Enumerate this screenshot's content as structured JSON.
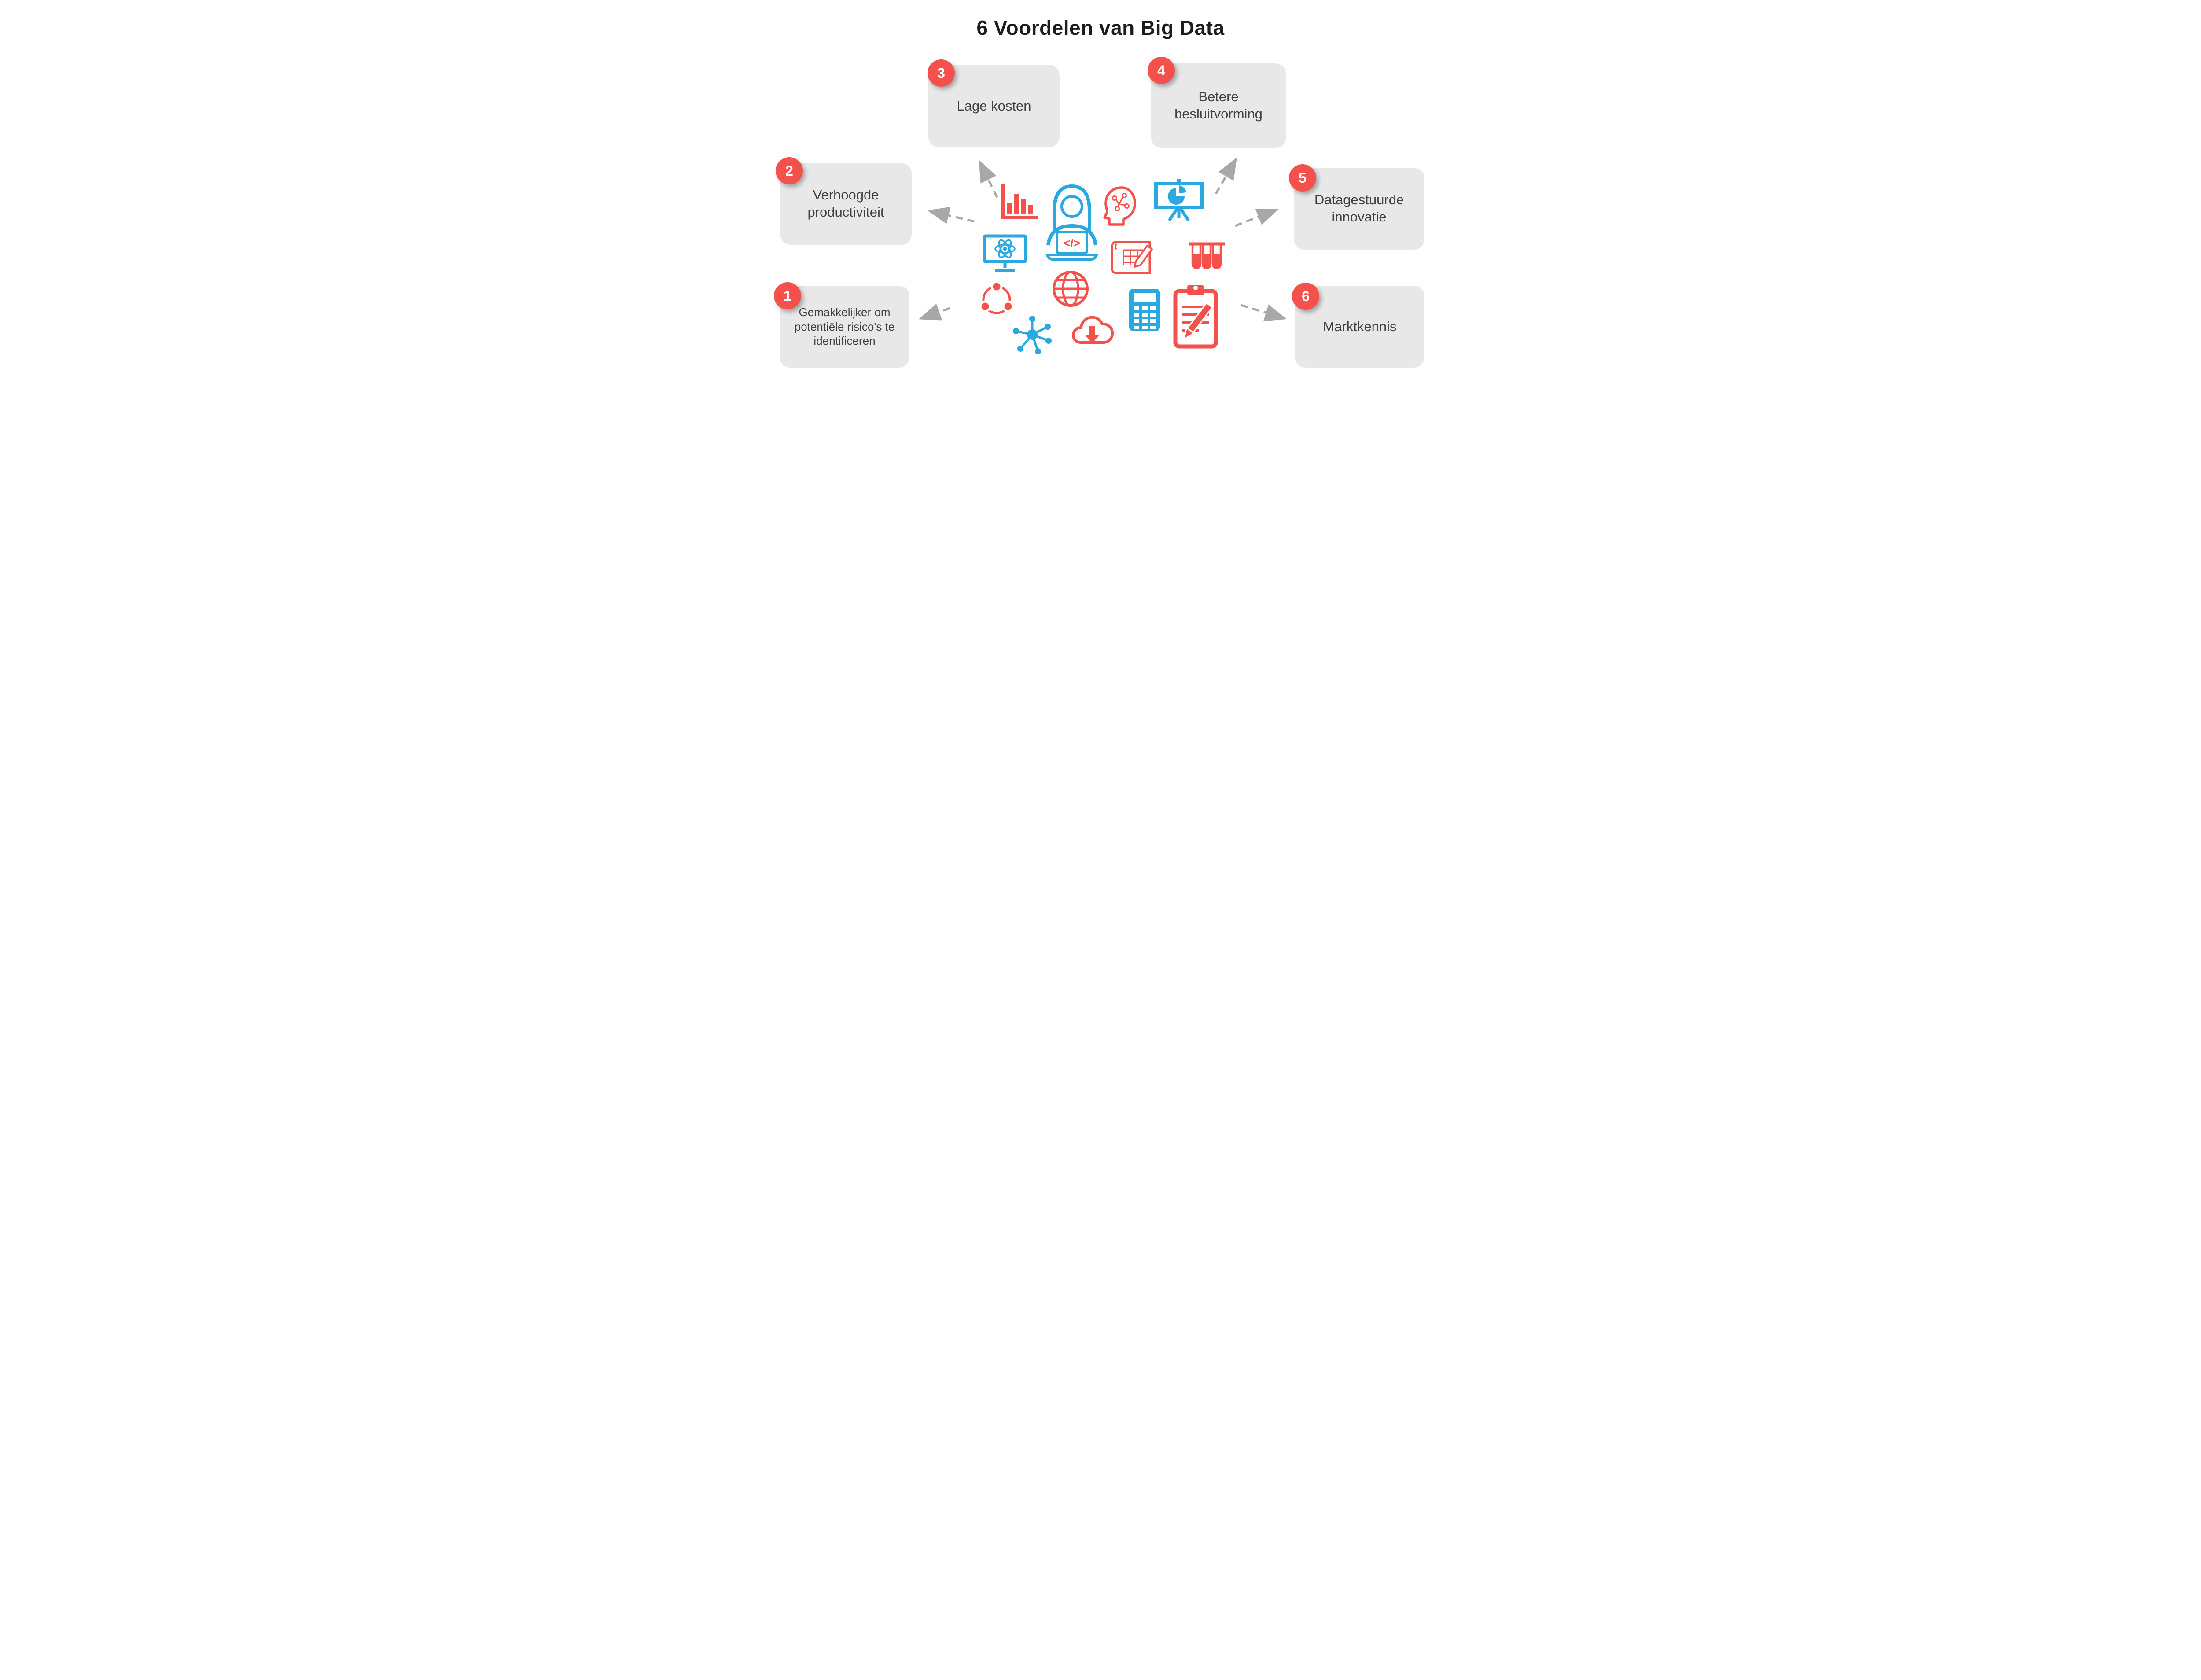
{
  "title": "6 Voordelen van Big Data",
  "items": [
    {
      "number": "1",
      "label": "Gemakkelijker om potentiële risico's te identificeren"
    },
    {
      "number": "2",
      "label": "Verhoogde productiviteit"
    },
    {
      "number": "3",
      "label": "Lage kosten"
    },
    {
      "number": "4",
      "label": "Betere besluitvorming"
    },
    {
      "number": "5",
      "label": "Datagestuurde innovatie"
    },
    {
      "number": "6",
      "label": "Marktkennis"
    }
  ],
  "code_symbol": "</>",
  "center_icons": [
    "bar-chart-icon",
    "woman-coding-laptop-icon",
    "code-brackets-icon",
    "ai-brain-head-icon",
    "presentation-pie-chart-icon",
    "monitor-atom-icon",
    "blueprint-pencil-icon",
    "test-tubes-icon",
    "share-network-icon",
    "globe-icon",
    "molecule-network-icon",
    "cloud-download-icon",
    "calculator-icon",
    "clipboard-pencil-icon"
  ],
  "colors": {
    "accent_red": "#F4514C",
    "accent_blue": "#2AA8E0",
    "box_gray": "#E8E8E9",
    "arrow_gray": "#A8A8A8",
    "title_color": "#1D1D1F",
    "label_color": "#3F3F3F",
    "badge_text": "#FFFFFF"
  }
}
